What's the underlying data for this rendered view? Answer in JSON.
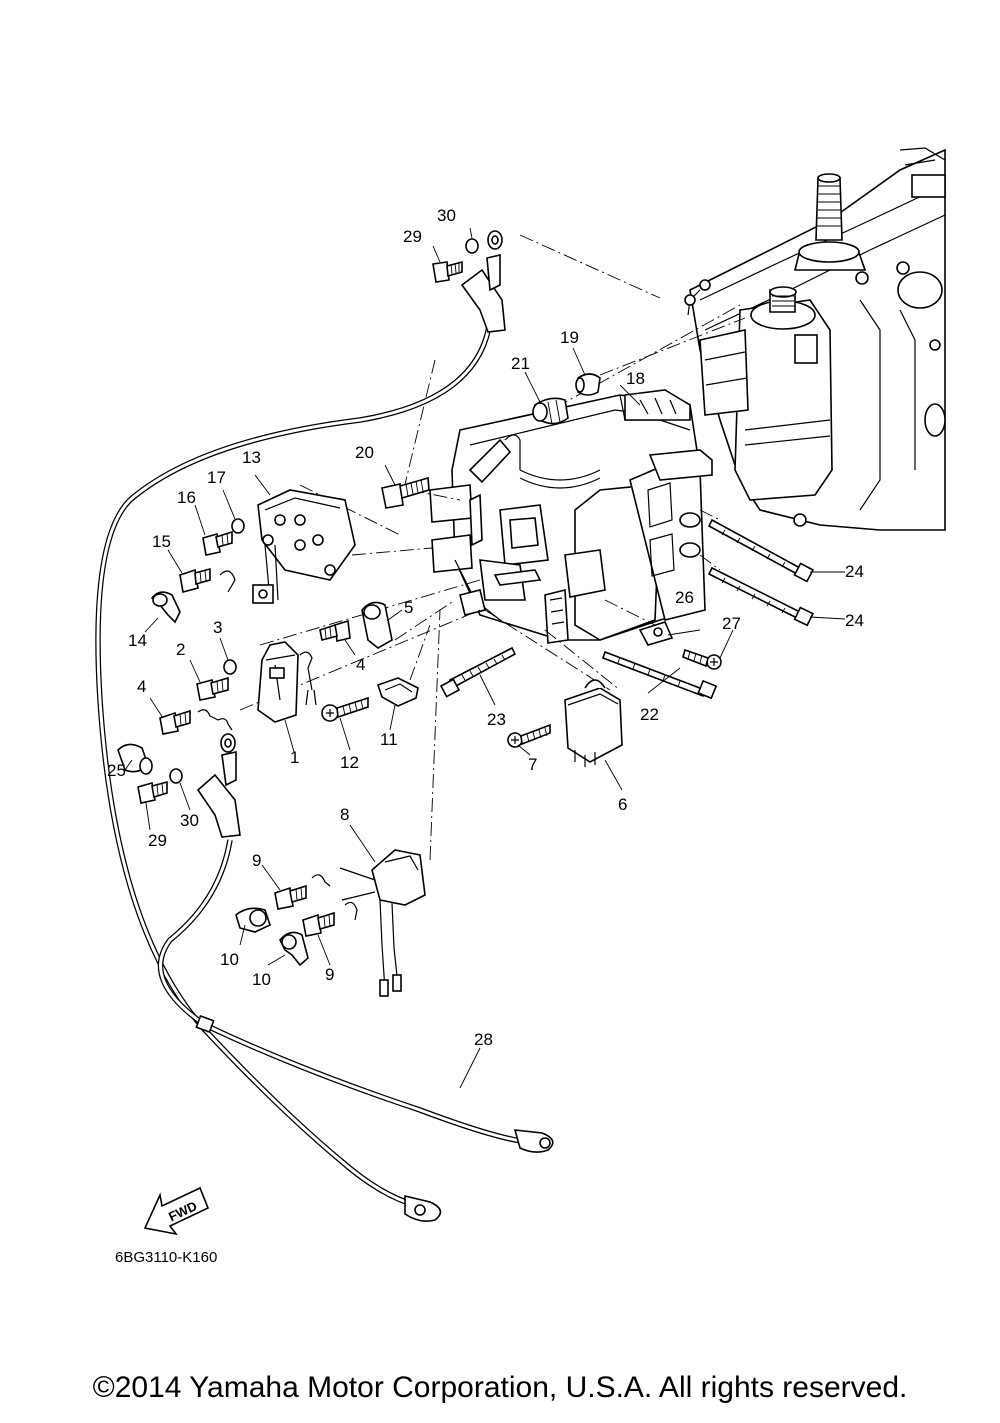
{
  "diagram": {
    "code": "6BG3110-K160",
    "fwd_label": "FWD",
    "callouts": [
      "1",
      "2",
      "3",
      "4",
      "4",
      "5",
      "6",
      "7",
      "8",
      "9",
      "9",
      "10",
      "10",
      "11",
      "12",
      "13",
      "14",
      "15",
      "16",
      "17",
      "18",
      "19",
      "20",
      "21",
      "22",
      "23",
      "24",
      "24",
      "25",
      "26",
      "27",
      "28",
      "29",
      "29",
      "30",
      "30"
    ]
  },
  "footer": {
    "copyright": "©2014 Yamaha Motor Corporation, U.S.A. All rights reserved."
  }
}
